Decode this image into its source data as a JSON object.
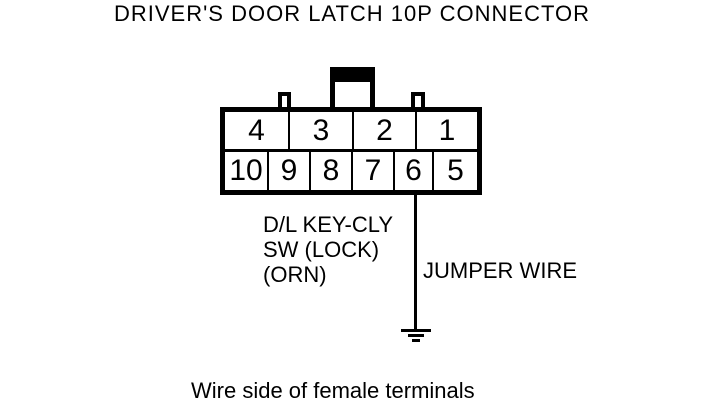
{
  "title": "DRIVER'S DOOR LATCH 10P CONNECTOR",
  "connector": {
    "top_row_pins": [
      "4",
      "3",
      "2",
      "1"
    ],
    "bottom_row_pins": [
      "10",
      "9",
      "8",
      "7",
      "6",
      "5"
    ]
  },
  "labels": {
    "switch_line1": "D/L KEY-CLY",
    "switch_line2": "SW (LOCK)",
    "switch_line3": "(ORN)",
    "jumper": "JUMPER WIRE",
    "caption": "Wire side of female terminals"
  },
  "icons": {
    "ground": "earth-ground-symbol",
    "connector_key": "connector-key-tab",
    "latch_lugs": "latch-lug"
  },
  "colors": {
    "line": "#000000",
    "background": "#ffffff"
  }
}
